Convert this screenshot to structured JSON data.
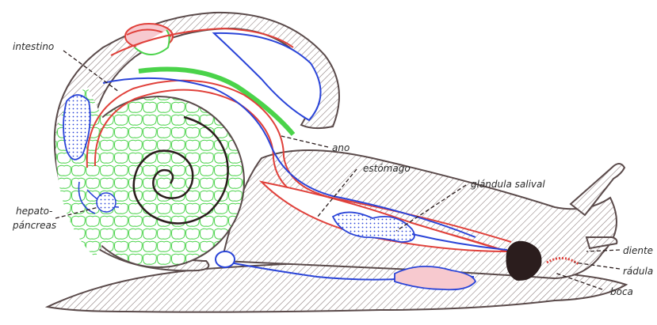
{
  "labels": {
    "intestino": "intestino",
    "ano": "ano",
    "estomago": "estómago",
    "glandula_salival": "glándula salival",
    "hepatopancreas_line1": "hepato-",
    "hepatopancreas_line2": "páncreas",
    "diente": "diente",
    "radula": "rádula",
    "boca": "boca"
  },
  "colors": {
    "outline": "#5a4a4a",
    "hatch": "#8a7a7a",
    "red": "#e0403a",
    "blue": "#2a44d8",
    "green": "#4ad34a",
    "pink_fill": "#f7c9cf",
    "dark": "#2b1d1d"
  }
}
